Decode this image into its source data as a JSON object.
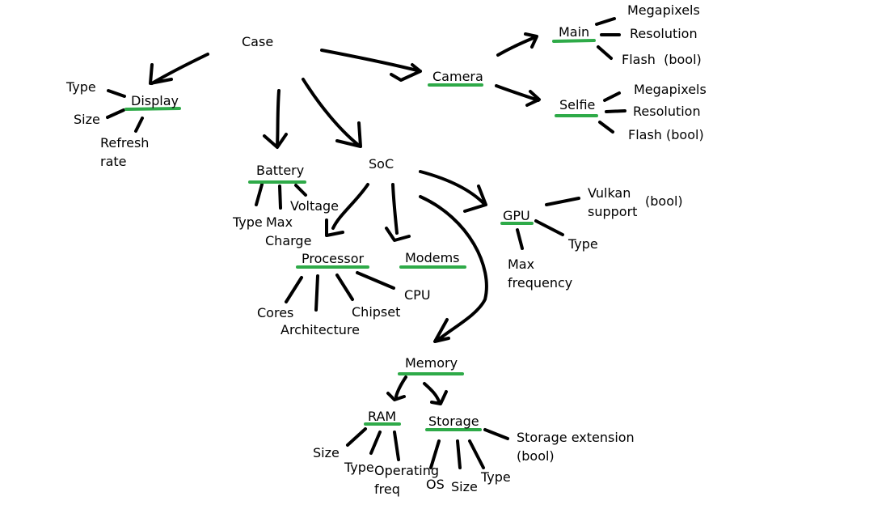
{
  "colors": {
    "ink": "#000000",
    "underline": "#2eaa48",
    "background": "#ffffff"
  },
  "diagram": {
    "case": "Case",
    "display": {
      "label": "Display",
      "type": "Type",
      "size": "Size",
      "refresh_line1": "Refresh",
      "refresh_line2": "rate"
    },
    "camera": {
      "label": "Camera",
      "main": {
        "label": "Main",
        "megapixels": "Megapixels",
        "resolution": "Resolution",
        "flash": "Flash  (bool)"
      },
      "selfie": {
        "label": "Selfie",
        "megapixels": "Megapixels",
        "resolution": "Resolution",
        "flash": "Flash (bool)"
      }
    },
    "battery": {
      "label": "Battery",
      "voltage": "Voltage",
      "type": "Type",
      "max": "Max",
      "charge": "Charge"
    },
    "soc": {
      "label": "SoC"
    },
    "gpu": {
      "label": "GPU",
      "vulkan_line1": "Vulkan",
      "vulkan_line2": "support",
      "vulkan_bool": "(bool)",
      "type": "Type",
      "maxfreq_line1": "Max",
      "maxfreq_line2": "frequency"
    },
    "processor": {
      "label": "Processor",
      "cores": "Cores",
      "architecture": "Architecture",
      "chipset": "Chipset",
      "cpu": "CPU"
    },
    "modems": {
      "label": "Modems"
    },
    "memory": {
      "label": "Memory"
    },
    "ram": {
      "label": "RAM",
      "size": "Size",
      "type": "Type",
      "opfreq_line1": "Operating",
      "opfreq_line2": "freq"
    },
    "storage": {
      "label": "Storage",
      "os": "OS",
      "size": "Size",
      "type": "Type",
      "extension": "Storage extension",
      "extension_bool": "(bool)"
    }
  }
}
